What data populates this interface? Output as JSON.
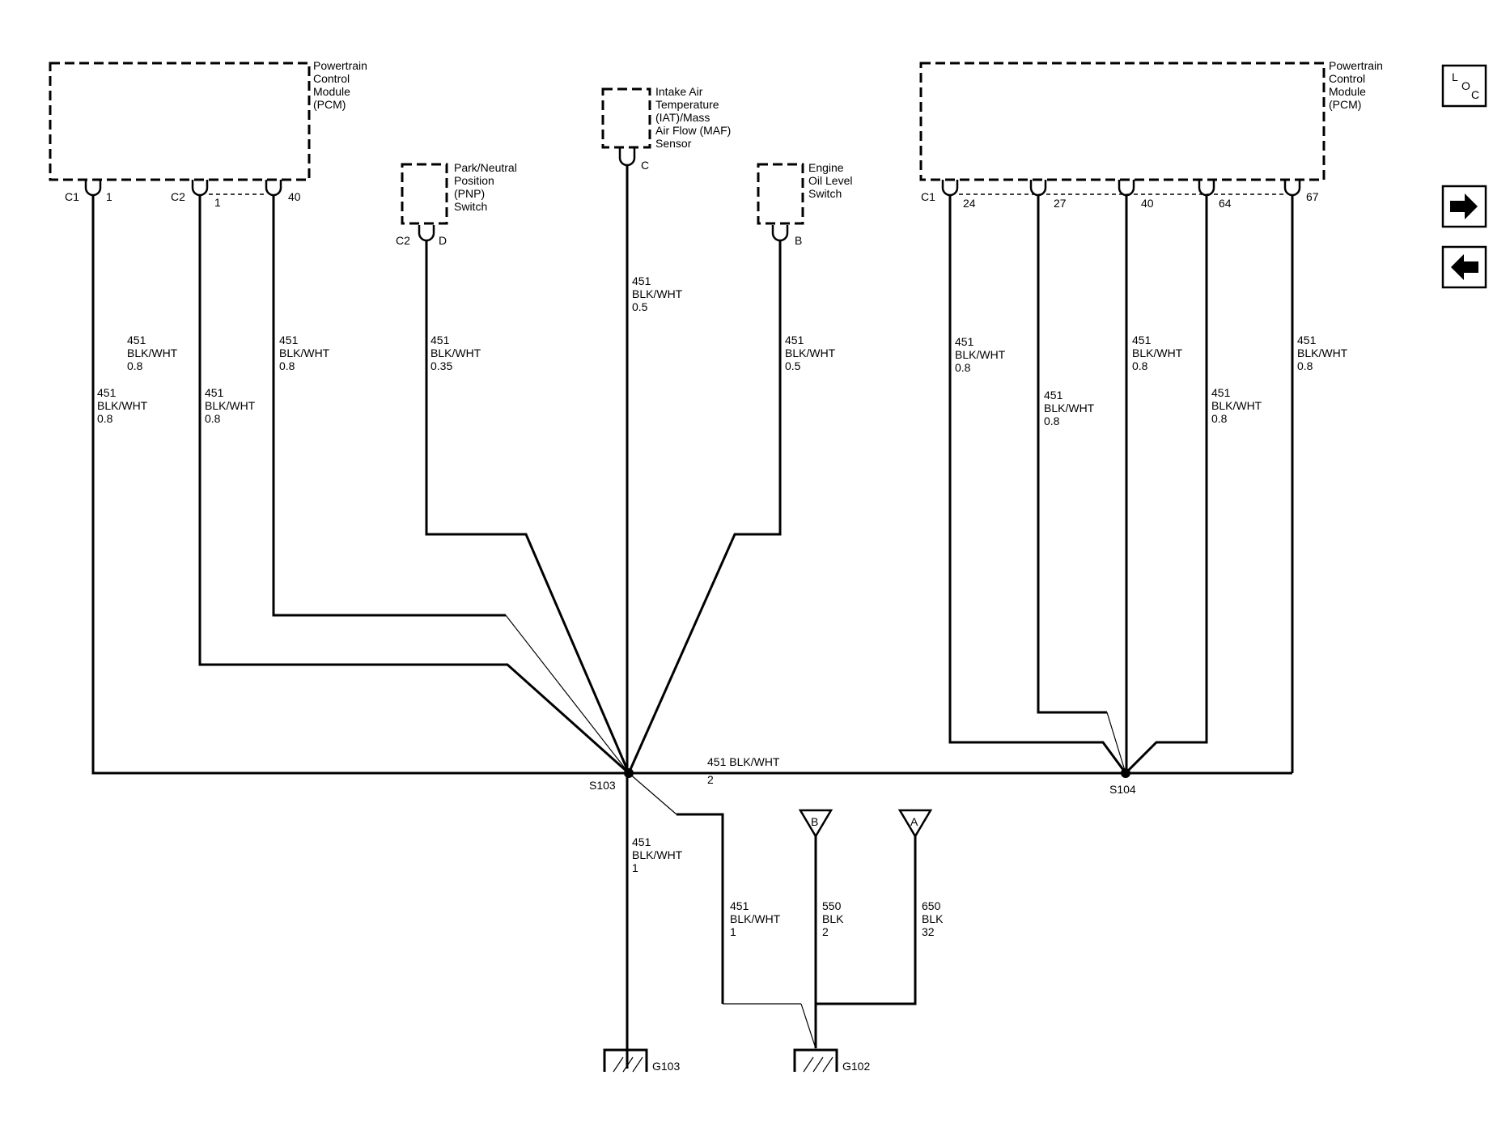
{
  "components": {
    "pcm_left": [
      "Powertrain",
      "Control",
      "Module",
      "(PCM)"
    ],
    "pcm_right": [
      "Powertrain",
      "Control",
      "Module",
      "(PCM)"
    ],
    "iat_maf": [
      "Intake Air",
      "Temperature",
      "(IAT)/Mass",
      "Air Flow (MAF)",
      "Sensor"
    ],
    "pnp": [
      "Park/Neutral",
      "Position",
      "(PNP)",
      "Switch"
    ],
    "oil_level": [
      "Engine",
      "Oil Level",
      "Switch"
    ]
  },
  "connectors": {
    "pcm_left_c1": "C1",
    "pcm_left_c1_pin": "1",
    "pcm_left_c2": "C2",
    "pcm_left_c2_pin1": "1",
    "pcm_left_c2_pin40": "40",
    "pnp_conn": "C2",
    "pnp_pin": "D",
    "iat_pin": "C",
    "oil_pin": "B",
    "pcm_right_c1": "C1",
    "pcm_right_pins": [
      "24",
      "27",
      "40",
      "64",
      "67"
    ]
  },
  "wires": {
    "w_c1_1": [
      "451",
      "BLK/WHT",
      "0.8"
    ],
    "w_c2_1": [
      "451",
      "BLK/WHT",
      "0.8"
    ],
    "w_c2_40": [
      "451",
      "BLK/WHT",
      "0.8"
    ],
    "w_c1_1_top": [
      "451",
      "BLK/WHT",
      "0.8"
    ],
    "w_pnp": [
      "451",
      "BLK/WHT",
      "0.35"
    ],
    "w_iat": [
      "451",
      "BLK/WHT",
      "0.5"
    ],
    "w_oil": [
      "451",
      "BLK/WHT",
      "0.5"
    ],
    "w_r24": [
      "451",
      "BLK/WHT",
      "0.8"
    ],
    "w_r27": [
      "451",
      "BLK/WHT",
      "0.8"
    ],
    "w_r40": [
      "451",
      "BLK/WHT",
      "0.8"
    ],
    "w_r64": [
      "451",
      "BLK/WHT",
      "0.8"
    ],
    "w_r67": [
      "451",
      "BLK/WHT",
      "0.8"
    ],
    "w_splice_link": [
      "451 BLK/WHT",
      "2"
    ],
    "w_g103": [
      "451",
      "BLK/WHT",
      "1"
    ],
    "w_g102a": [
      "451",
      "BLK/WHT",
      "1"
    ],
    "w_550": [
      "550",
      "BLK",
      "2"
    ],
    "w_650": [
      "650",
      "BLK",
      "32"
    ]
  },
  "splices": {
    "s103": "S103",
    "s104": "S104"
  },
  "grounds": {
    "g103": "G103",
    "g102": "G102"
  },
  "off_page": {
    "b": "B",
    "a": "A"
  },
  "nav": {
    "loc_l": "L",
    "loc_o": "O",
    "loc_c": "C",
    "next_icon": "arrow-right-icon",
    "prev_icon": "arrow-left-icon"
  }
}
